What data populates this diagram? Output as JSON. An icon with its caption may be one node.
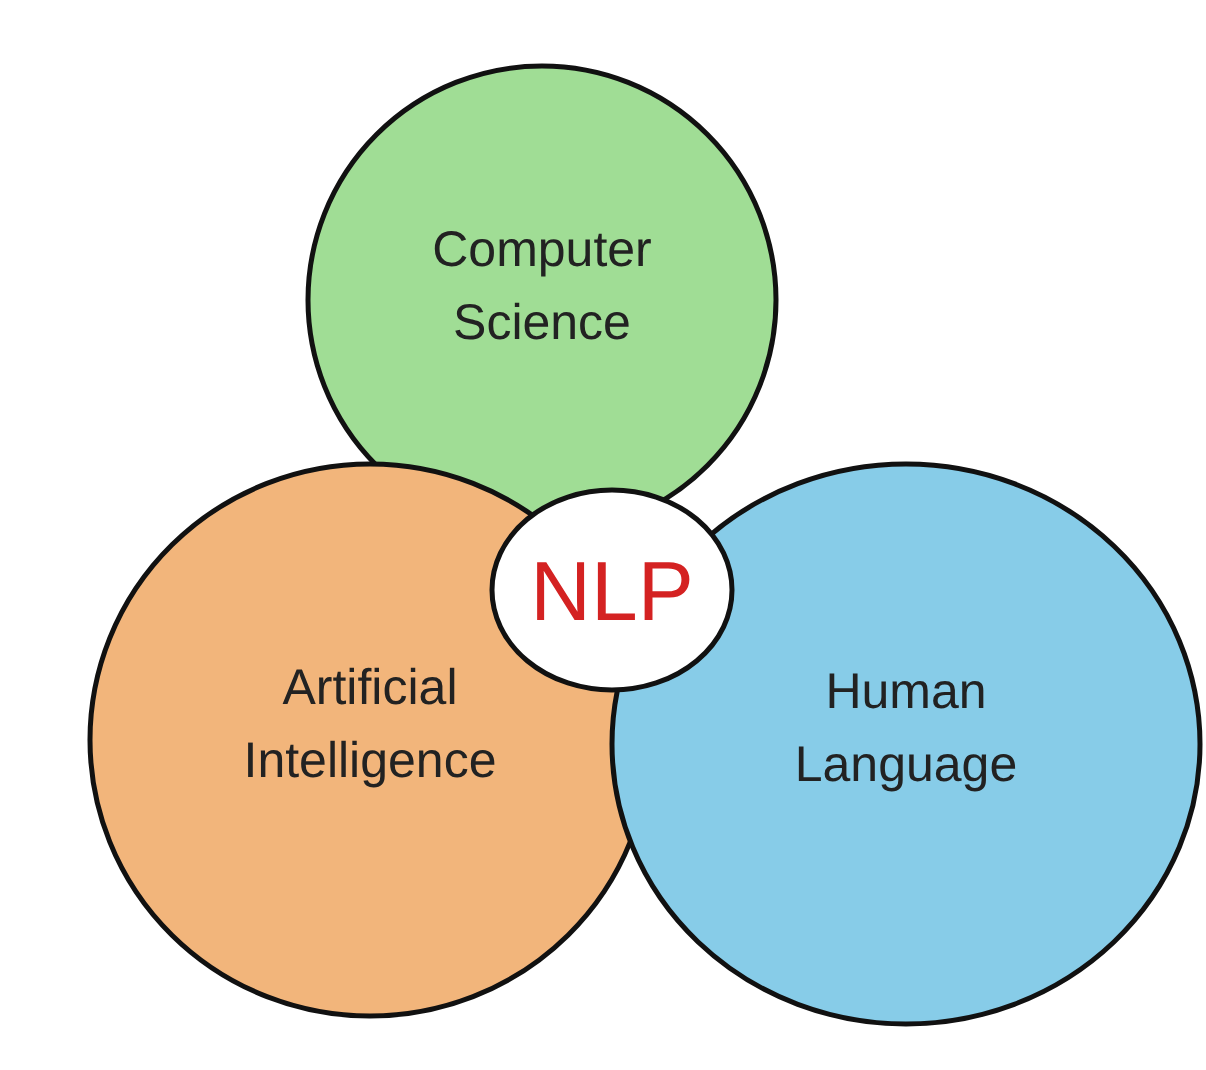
{
  "diagram": {
    "nodes": [
      {
        "text": [
          "Computer Science"
        ]
      },
      {
        "text": [
          "Artificial Intelligence"
        ]
      },
      {
        "text": [
          "Human Language"
        ]
      },
      {
        "text": [
          "NLP"
        ]
      }
    ]
  }
}
